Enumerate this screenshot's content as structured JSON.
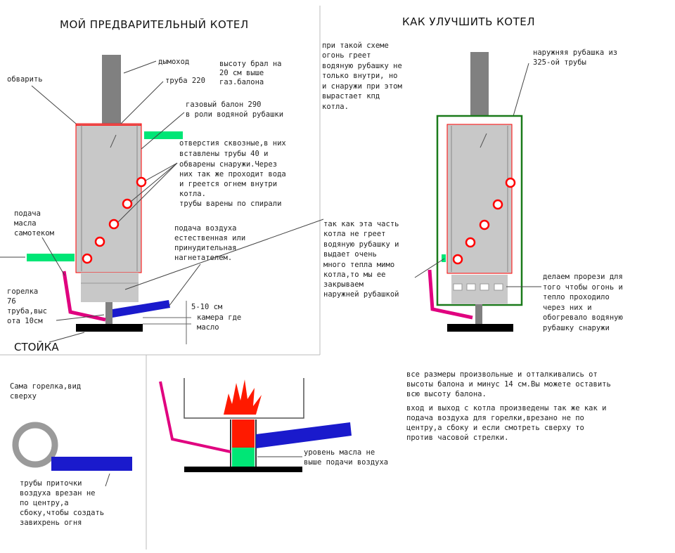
{
  "left_panel": {
    "title": "МОЙ ПРЕДВАРИТЕЛЬНЫЙ КОТЕЛ",
    "labels": {
      "chimney": "дымоход",
      "chimney_height": [
        "высоту брал на",
        "20 см выше",
        "газ.балона"
      ],
      "weld": "обварить",
      "pipe220": "труба 220",
      "gas_cylinder": [
        "газовый балон 290",
        "в роли водяной рубашки"
      ],
      "holes": [
        "отверстия сквозные,в них",
        "вставлены трубы 40 и",
        "обварены снаружи.Через",
        "них так же проходит вода",
        "и греется огнем внутри",
        "котла.",
        "трубы варены по спирали"
      ],
      "oil_feed": [
        "подача",
        "масла",
        "самотеком"
      ],
      "air_supply": [
        "подача воздуха",
        "естественная или",
        "принудительная",
        "нагнетателем."
      ],
      "burner": [
        "горелка",
        "76",
        "труба,выс",
        "ота 10см"
      ],
      "gap": [
        "5-10 см",
        "камера где",
        "масло"
      ],
      "stand": "СТОЙКА"
    }
  },
  "right_panel": {
    "title": "КАК УЛУЧШИТЬ КОТЕЛ",
    "labels": {
      "scheme_note": [
        "при такой схеме",
        "огонь греет",
        "водяную рубашку не",
        "только внутри, но",
        "и снаружи при этом",
        "вырастает кпд",
        "котла."
      ],
      "outer_jacket": [
        "наружняя рубашка из",
        "325-ой трубы"
      ],
      "lower_part": [
        "так как эта часть",
        "котла не греет",
        "водяную рубашку и",
        "выдает очень",
        "много тепла мимо",
        "котла,то мы ее",
        "закрываем",
        "наружней рубашкой"
      ],
      "slots": [
        "делаем прорези для",
        "того чтобы огонь и",
        "тепло проходило",
        "через них и",
        "обогревало водяную",
        "рубашку снаружи"
      ]
    }
  },
  "bottom": {
    "burner_top": [
      "Сама горелка,вид",
      "сверху"
    ],
    "air_pipe": [
      "трубы приточки",
      "воздуха врезан не",
      "по центру,а",
      "сбоку,чтобы создать",
      "завихрень огня"
    ],
    "oil_level": [
      "уровень масла не",
      "выше подачи воздуха"
    ],
    "sizes": [
      "все размеры произвольные и отталкивались от",
      "высоты балона и минус 14 см.Вы можете оставить",
      "всю высоту балона."
    ],
    "io": [
      "вход и выход с котла произведены так же как и",
      "подача воздуха для горелки,врезано не по",
      "центру,а сбоку и если смотреть сверху то",
      "против часовой стрелки."
    ]
  },
  "colors": {
    "body": "#c8c8c8",
    "chimney": "#808080",
    "red": "#ff0000",
    "blue": "#1a1acc",
    "green_oil": "#00e676",
    "magenta": "#e0007f",
    "outer_jacket": "#1a7a1a",
    "black": "#000000",
    "flame": "#ff1a00"
  }
}
